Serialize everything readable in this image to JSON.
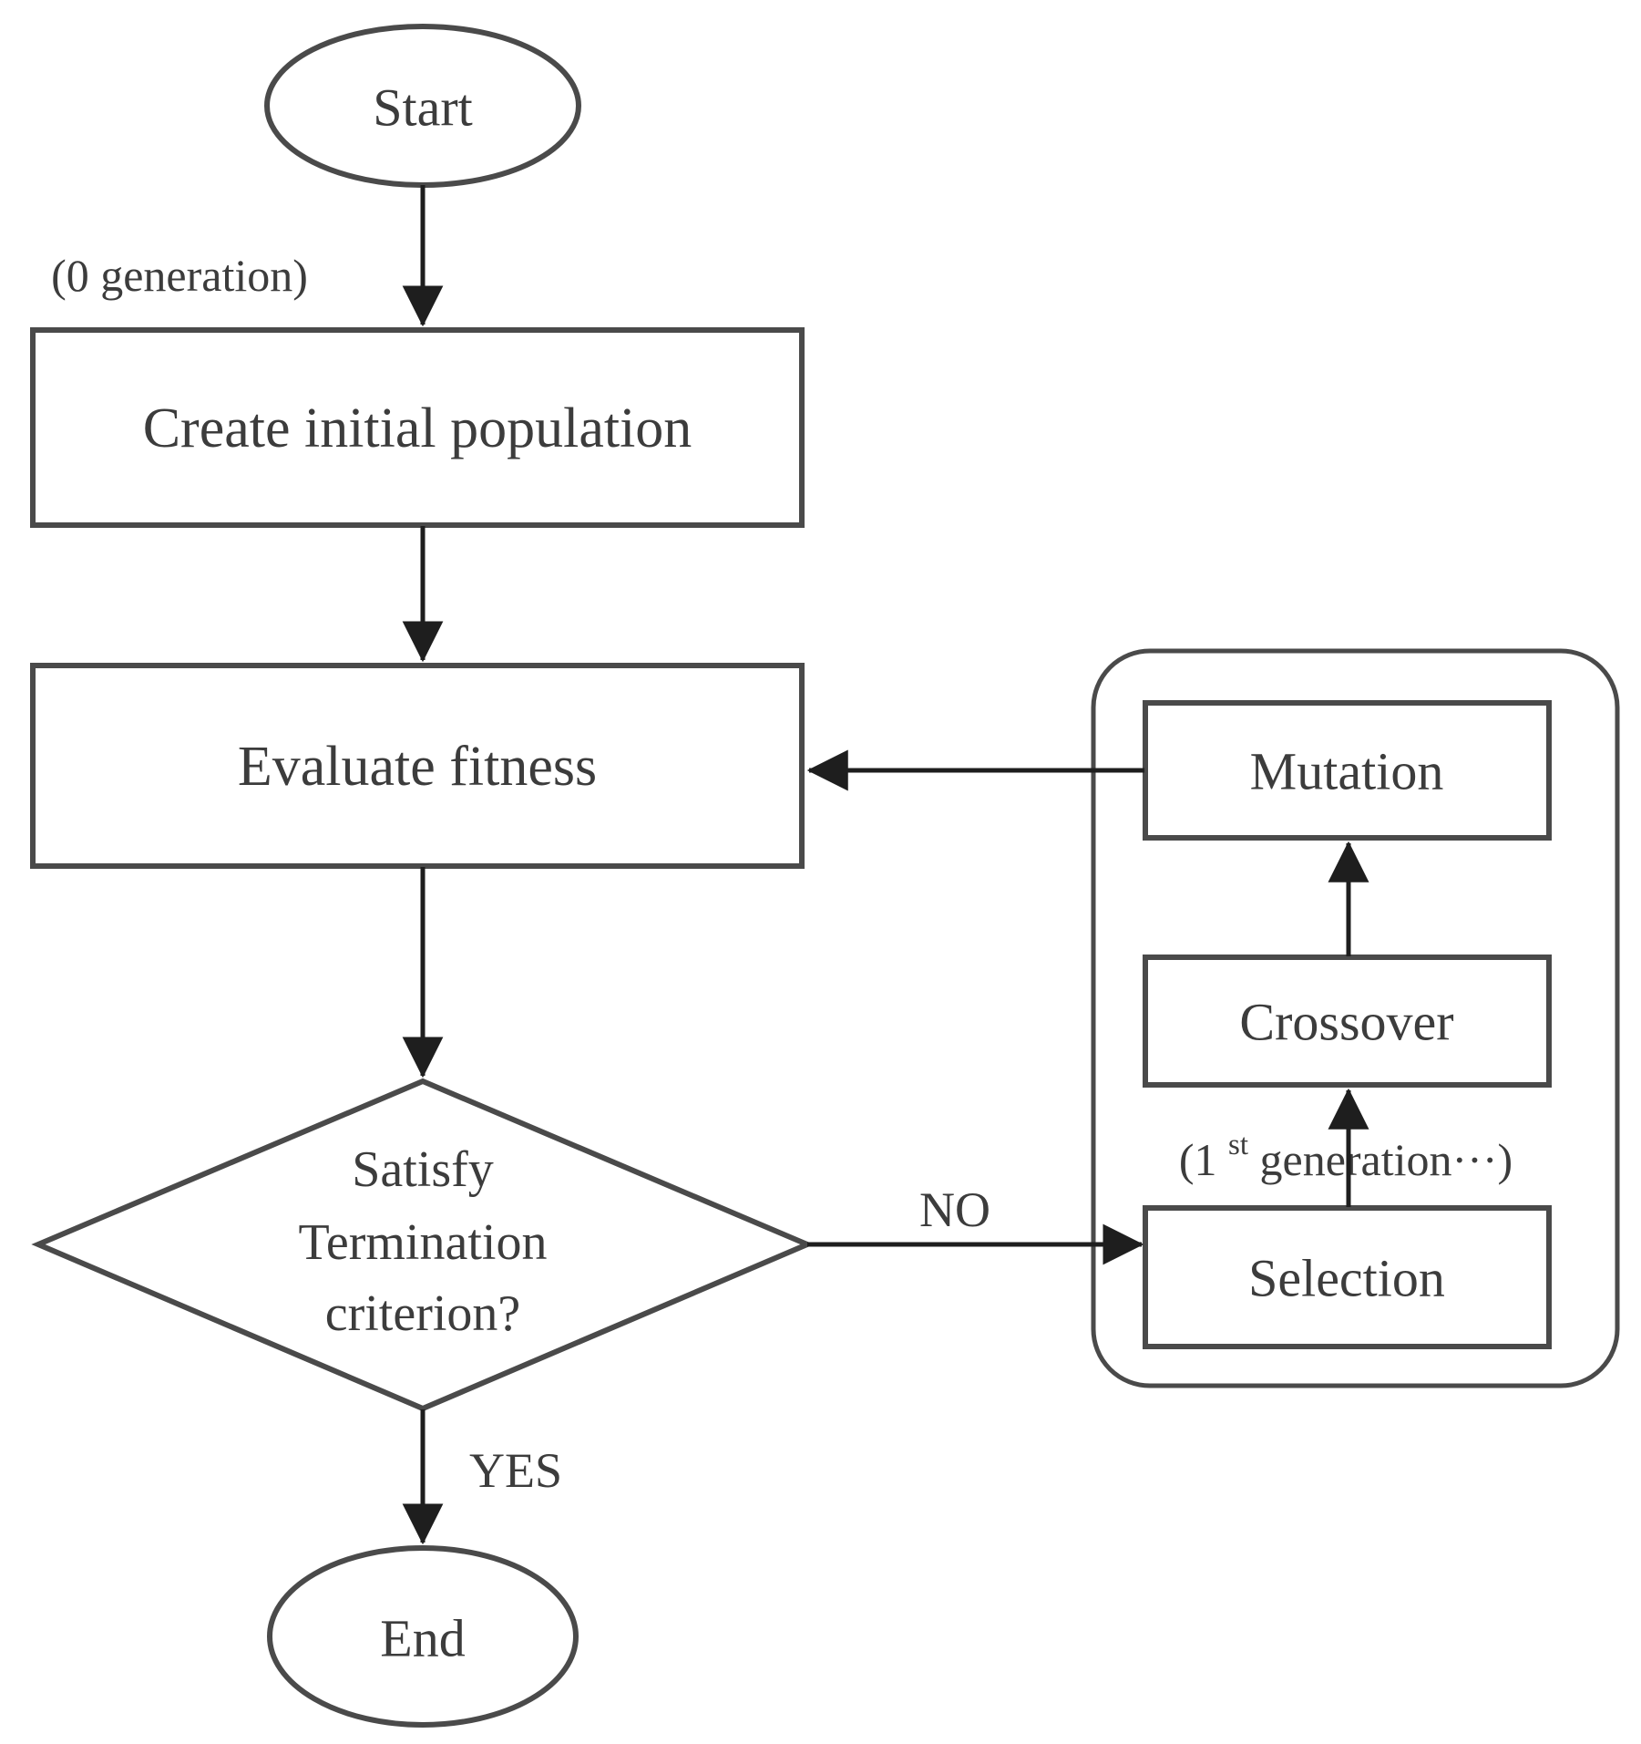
{
  "colors": {
    "background": "#ffffff",
    "shape_stroke": "#4a4a4a",
    "arrow_stroke": "#1e1e1e",
    "text": "#3c3c3c"
  },
  "nodes": {
    "start": {
      "type": "terminator",
      "label": "Start"
    },
    "create": {
      "type": "process",
      "label": "Create initial population"
    },
    "evaluate": {
      "type": "process",
      "label": "Evaluate fitness"
    },
    "decision": {
      "type": "decision",
      "lines": [
        "Satisfy",
        "Termination",
        "criterion?"
      ]
    },
    "selection": {
      "type": "process",
      "label": "Selection"
    },
    "crossover": {
      "type": "process",
      "label": "Crossover"
    },
    "mutation": {
      "type": "process",
      "label": "Mutation"
    },
    "end": {
      "type": "terminator",
      "label": "End"
    }
  },
  "labels": {
    "generation0": "(0 generation)",
    "no": "NO",
    "yes": "YES",
    "generation1": {
      "prefix": "(1",
      "superscript": "st",
      "suffix": " generation···)"
    }
  },
  "edges": [
    {
      "from": "Start",
      "to": "Create initial population",
      "label": ""
    },
    {
      "from": "Create initial population",
      "to": "Evaluate fitness",
      "label": ""
    },
    {
      "from": "Evaluate fitness",
      "to": "Satisfy Termination criterion?",
      "label": ""
    },
    {
      "from": "Satisfy Termination criterion?",
      "to": "Selection",
      "label": "NO"
    },
    {
      "from": "Selection",
      "to": "Crossover",
      "label": ""
    },
    {
      "from": "Crossover",
      "to": "Mutation",
      "label": ""
    },
    {
      "from": "Mutation",
      "to": "Evaluate fitness",
      "label": ""
    },
    {
      "from": "Satisfy Termination criterion?",
      "to": "End",
      "label": "YES"
    }
  ]
}
